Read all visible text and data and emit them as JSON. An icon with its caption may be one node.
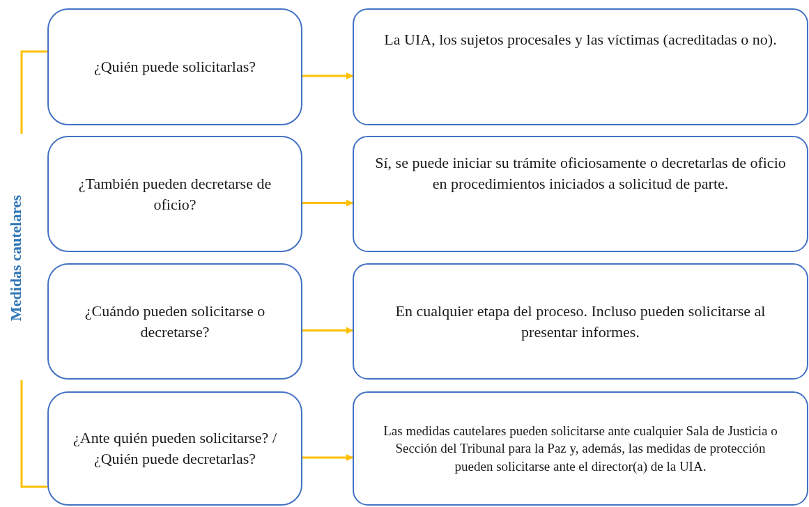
{
  "diagram": {
    "title": "Medidas cautelares",
    "nodes": [
      {
        "text": [
          "¿Quién puede solicitarlas?"
        ]
      },
      {
        "text": [
          "La UIA, los sujetos procesales y las víctimas (acreditadas o no)."
        ]
      },
      {
        "text": [
          "¿También pueden decretarse de oficio?"
        ]
      },
      {
        "text": [
          "Sí, se puede iniciar su trámite oficiosamente o decretarlas de oficio en procedimientos iniciados a solicitud de parte."
        ]
      },
      {
        "text": [
          "¿Cuándo pueden solicitarse o decretarse?"
        ]
      },
      {
        "text": [
          "En cualquier etapa del proceso. Incluso pueden solicitarse al presentar informes."
        ]
      },
      {
        "text": [
          "¿Ante quién pueden solicitarse? / ¿Quién puede decretarlas?"
        ]
      },
      {
        "text": [
          "Las medidas cautelares pueden solicitarse ante cualquier Sala de Justicia o Sección del Tribunal para la Paz y, además, las medidas de protección pueden solicitarse ante el director(a) de la UIA."
        ]
      }
    ],
    "edges": [
      {
        "from": 0,
        "to": 1,
        "arrow": "to"
      },
      {
        "from": 2,
        "to": 3,
        "arrow": "to"
      },
      {
        "from": 4,
        "to": 5,
        "arrow": "to"
      },
      {
        "from": 6,
        "to": 7,
        "arrow": "to"
      }
    ]
  }
}
